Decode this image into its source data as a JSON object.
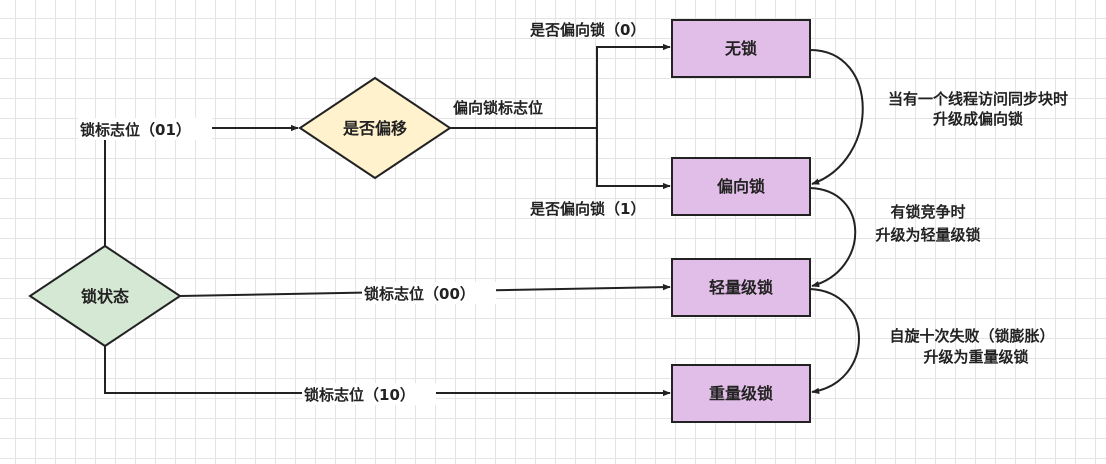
{
  "colors": {
    "decision_green": "#d5e8d4",
    "decision_yellow": "#fff2cc",
    "state_purple": "#e1bee7",
    "stroke": "#222222"
  },
  "nodes": {
    "lock_state": "锁状态",
    "is_biased": "是否偏移",
    "no_lock": "无锁",
    "biased_lock": "偏向锁",
    "lightweight_lock": "轻量级锁",
    "heavyweight_lock": "重量级锁"
  },
  "edges": {
    "flag_01": "锁标志位（01）",
    "biased_flag": "偏向锁标志位",
    "is_biased_0": "是否偏向锁（0）",
    "is_biased_1": "是否偏向锁（1）",
    "flag_00": "锁标志位（00）",
    "flag_10": "锁标志位（10）"
  },
  "transitions": {
    "to_biased_line1": "当有一个线程访问同步块时",
    "to_biased_line2": "升级成偏向锁",
    "to_light_line1": "有锁竞争时",
    "to_light_line2": "升级为轻量级锁",
    "to_heavy_line1": "自旋十次失败（锁膨胀）",
    "to_heavy_line2": "升级为重量级锁"
  }
}
